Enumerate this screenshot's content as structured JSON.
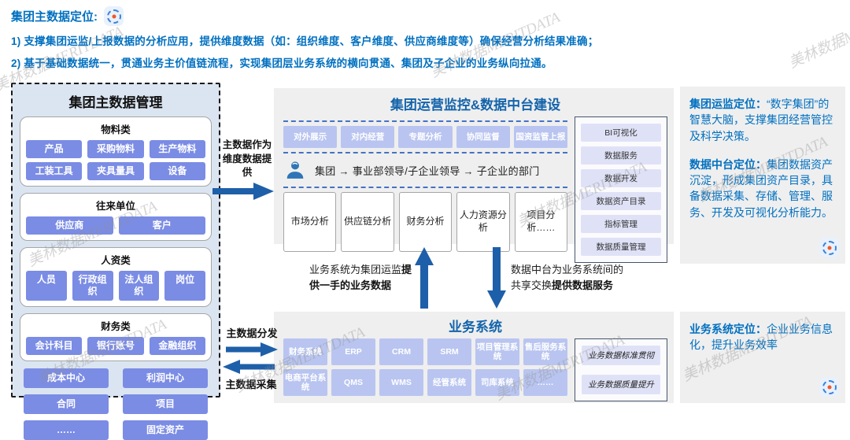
{
  "watermark": {
    "text": "美林数据MERITDATA"
  },
  "header": {
    "title": "集团主数据定位:",
    "line1": "1) 支撑集团运监/上报数据的分析应用，提供维度数据（如：组织维度、客户维度、供应商维度等）确保经营分析结果准确；",
    "line2": "2) 基于基础数据统一，贯通业务主价值链流程，实现集团层业务系统的横向贯通、集团及子企业的业务纵向拉通。"
  },
  "left_panel": {
    "title": "集团主数据管理",
    "groups": [
      {
        "label": "物料类",
        "items": [
          "产品",
          "采购物料",
          "生产物料",
          "工装工具",
          "夹具量具",
          "设备"
        ]
      },
      {
        "label": "往来单位",
        "items": [
          "供应商",
          "客户"
        ]
      },
      {
        "label": "人资类",
        "items": [
          "人员",
          "行政组织",
          "法人组织",
          "岗位"
        ]
      },
      {
        "label": "财务类",
        "items": [
          "会计科目",
          "银行账号",
          "金融组织"
        ]
      }
    ],
    "loose_items": [
      "成本中心",
      "利润中心",
      "合同",
      "项目",
      "……",
      "固定资产"
    ]
  },
  "flows": {
    "provide": "主数据作为维度数据提供",
    "distribute": "主数据分发",
    "collect": "主数据采集",
    "up_normal": "业务系统为集团运监",
    "up_bold": "提供一手的业务数据",
    "down_normal": "数据中台为业务系统间的共享交换",
    "down_bold": "提供数据服务"
  },
  "mid_top": {
    "title": "集团运营监控&数据中台建设",
    "tabs": [
      "对外展示",
      "对内经营",
      "专题分析",
      "协同监督",
      "国资监管上报"
    ],
    "person_text": "集团 → 事业部领导/子企业领导  → 子企业的部门",
    "analysis": [
      "市场分析",
      "供应链分析",
      "财务分析",
      "人力资源分析",
      "项目分析……"
    ],
    "platform": [
      "BI可视化",
      "数据服务",
      "数据开发",
      "数据资产目录",
      "指标管理",
      "数据质量管理"
    ]
  },
  "mid_bottom": {
    "title": "业务系统",
    "systems": [
      "财务系统",
      "ERP",
      "CRM",
      "SRM",
      "项目管理系统",
      "售后服务系统",
      "电商平台系统",
      "QMS",
      "WMS",
      "经管系统",
      "司库系统",
      "……"
    ],
    "side_items": [
      "业务数据标准贯彻",
      "业务数据质量提升"
    ]
  },
  "right_top": {
    "p1_label": "集团运监定位：",
    "p1_text": "“数字集团”的智慧大脑，支撑集团经营管控及科学决策。",
    "p2_label": "数据中台定位：",
    "p2_text": "集团数据资产沉淀，形成集团资产目录，具备数据采集、存储、管理、服务、开发及可视化分析能力。"
  },
  "right_bottom": {
    "label": "业务系统定位：",
    "text": "企业业务信息化，提升业务效率"
  }
}
